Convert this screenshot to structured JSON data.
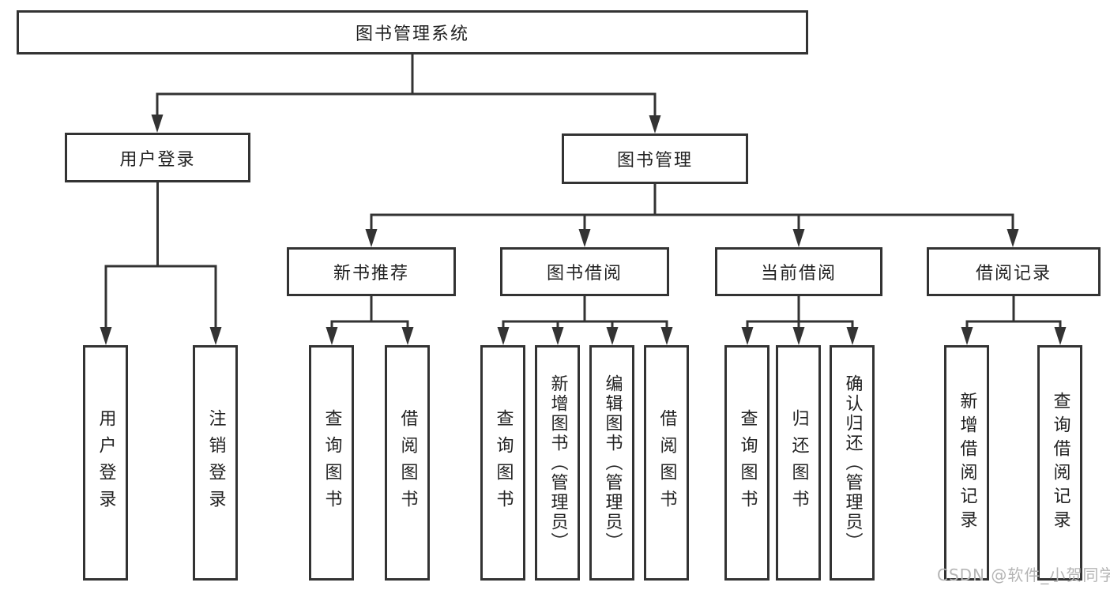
{
  "diagram": {
    "root": {
      "label": "图书管理系统"
    },
    "branches": [
      {
        "label": "用户登录",
        "children": [
          {
            "label": "用户登录"
          },
          {
            "label": "注销登录"
          }
        ]
      },
      {
        "label": "图书管理",
        "groups": [
          {
            "label": "新书推荐",
            "children": [
              {
                "label": "查询图书"
              },
              {
                "label": "借阅图书"
              }
            ]
          },
          {
            "label": "图书借阅",
            "children": [
              {
                "label": "查询图书"
              },
              {
                "label": "新增图书（管理员）"
              },
              {
                "label": "编辑图书（管理员）"
              },
              {
                "label": "借阅图书"
              }
            ]
          },
          {
            "label": "当前借阅",
            "children": [
              {
                "label": "查询图书"
              },
              {
                "label": "归还图书"
              },
              {
                "label": "确认归还（管理员）"
              }
            ]
          },
          {
            "label": "借阅记录",
            "children": [
              {
                "label": "新增借阅记录"
              },
              {
                "label": "查询借阅记录"
              }
            ]
          }
        ]
      }
    ]
  },
  "watermark": {
    "text": "CSDN @软件_小贺同学"
  },
  "colors": {
    "line": "#333333",
    "box_border": "#333333",
    "box_background": "#ffffff",
    "text": "#222222",
    "watermark": "#b5b5b5",
    "page_background": "#ffffff"
  }
}
